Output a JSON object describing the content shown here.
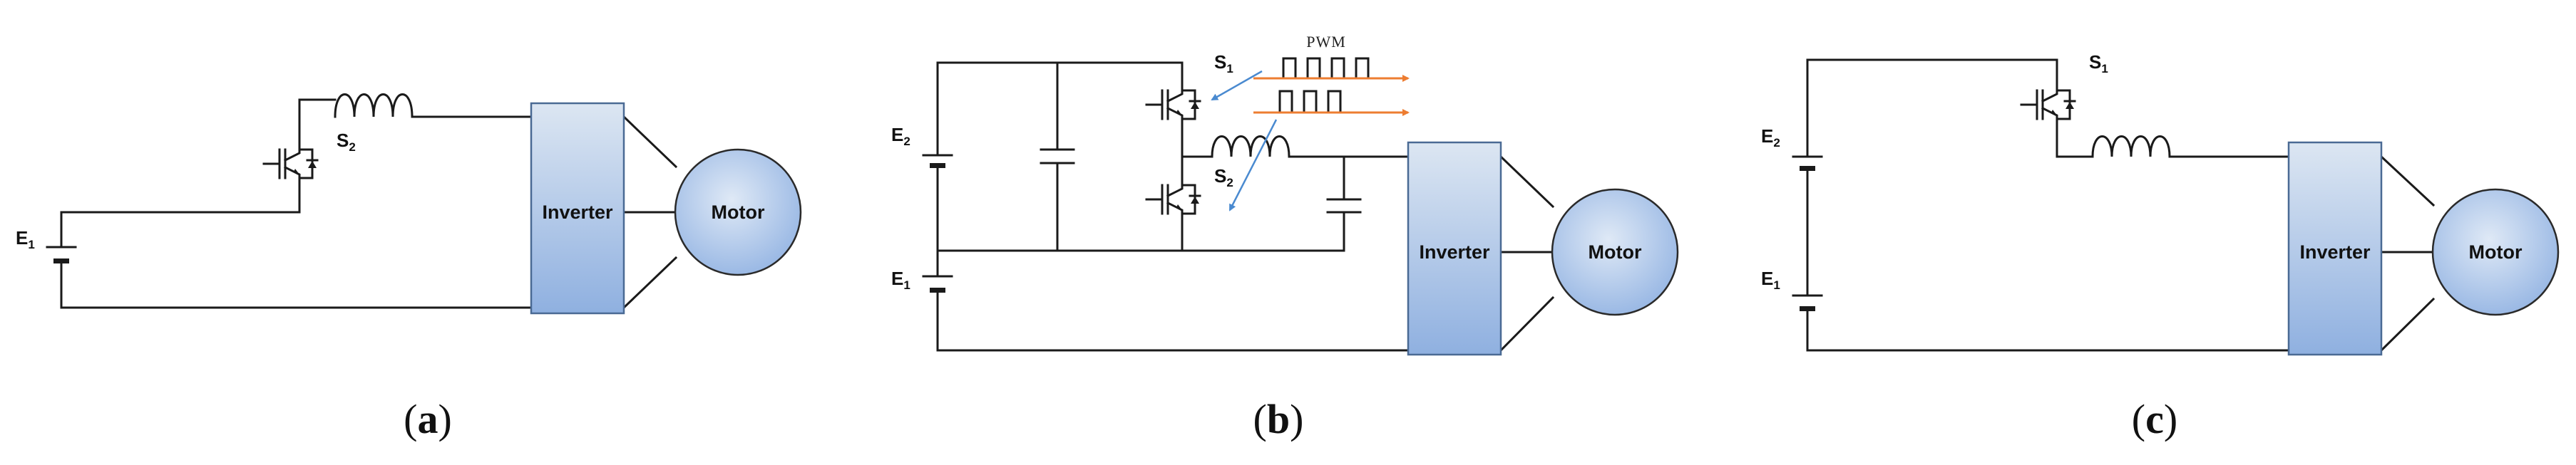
{
  "panels": [
    {
      "caption_open": "(",
      "caption_letter": "a",
      "caption_close": ")",
      "battery_labels": [
        {
          "main": "E",
          "sub": "1"
        }
      ],
      "switch_labels": [
        {
          "main": "S",
          "sub": "2"
        }
      ],
      "inverter_label": "Inverter",
      "motor_label": "Motor"
    },
    {
      "caption_open": "(",
      "caption_letter": "b",
      "caption_close": ")",
      "battery_labels": [
        {
          "main": "E",
          "sub": "2"
        },
        {
          "main": "E",
          "sub": "1"
        }
      ],
      "switch_labels": [
        {
          "main": "S",
          "sub": "1"
        },
        {
          "main": "S",
          "sub": "2"
        }
      ],
      "pwm_label": "PWM",
      "inverter_label": "Inverter",
      "motor_label": "Motor"
    },
    {
      "caption_open": "(",
      "caption_letter": "c",
      "caption_close": ")",
      "battery_labels": [
        {
          "main": "E",
          "sub": "2"
        },
        {
          "main": "E",
          "sub": "1"
        }
      ],
      "switch_labels": [
        {
          "main": "S",
          "sub": "1"
        }
      ],
      "inverter_label": "Inverter",
      "motor_label": "Motor"
    }
  ],
  "colors": {
    "box_top": "#dce6f2",
    "box_bottom": "#8fb0e0",
    "box_stroke": "#4a6a94",
    "motor_center": "#dfe9f6",
    "motor_edge": "#95b5e3",
    "pwm_arrow": "#ed7d31",
    "pointer_arrow": "#4a8ad0"
  }
}
